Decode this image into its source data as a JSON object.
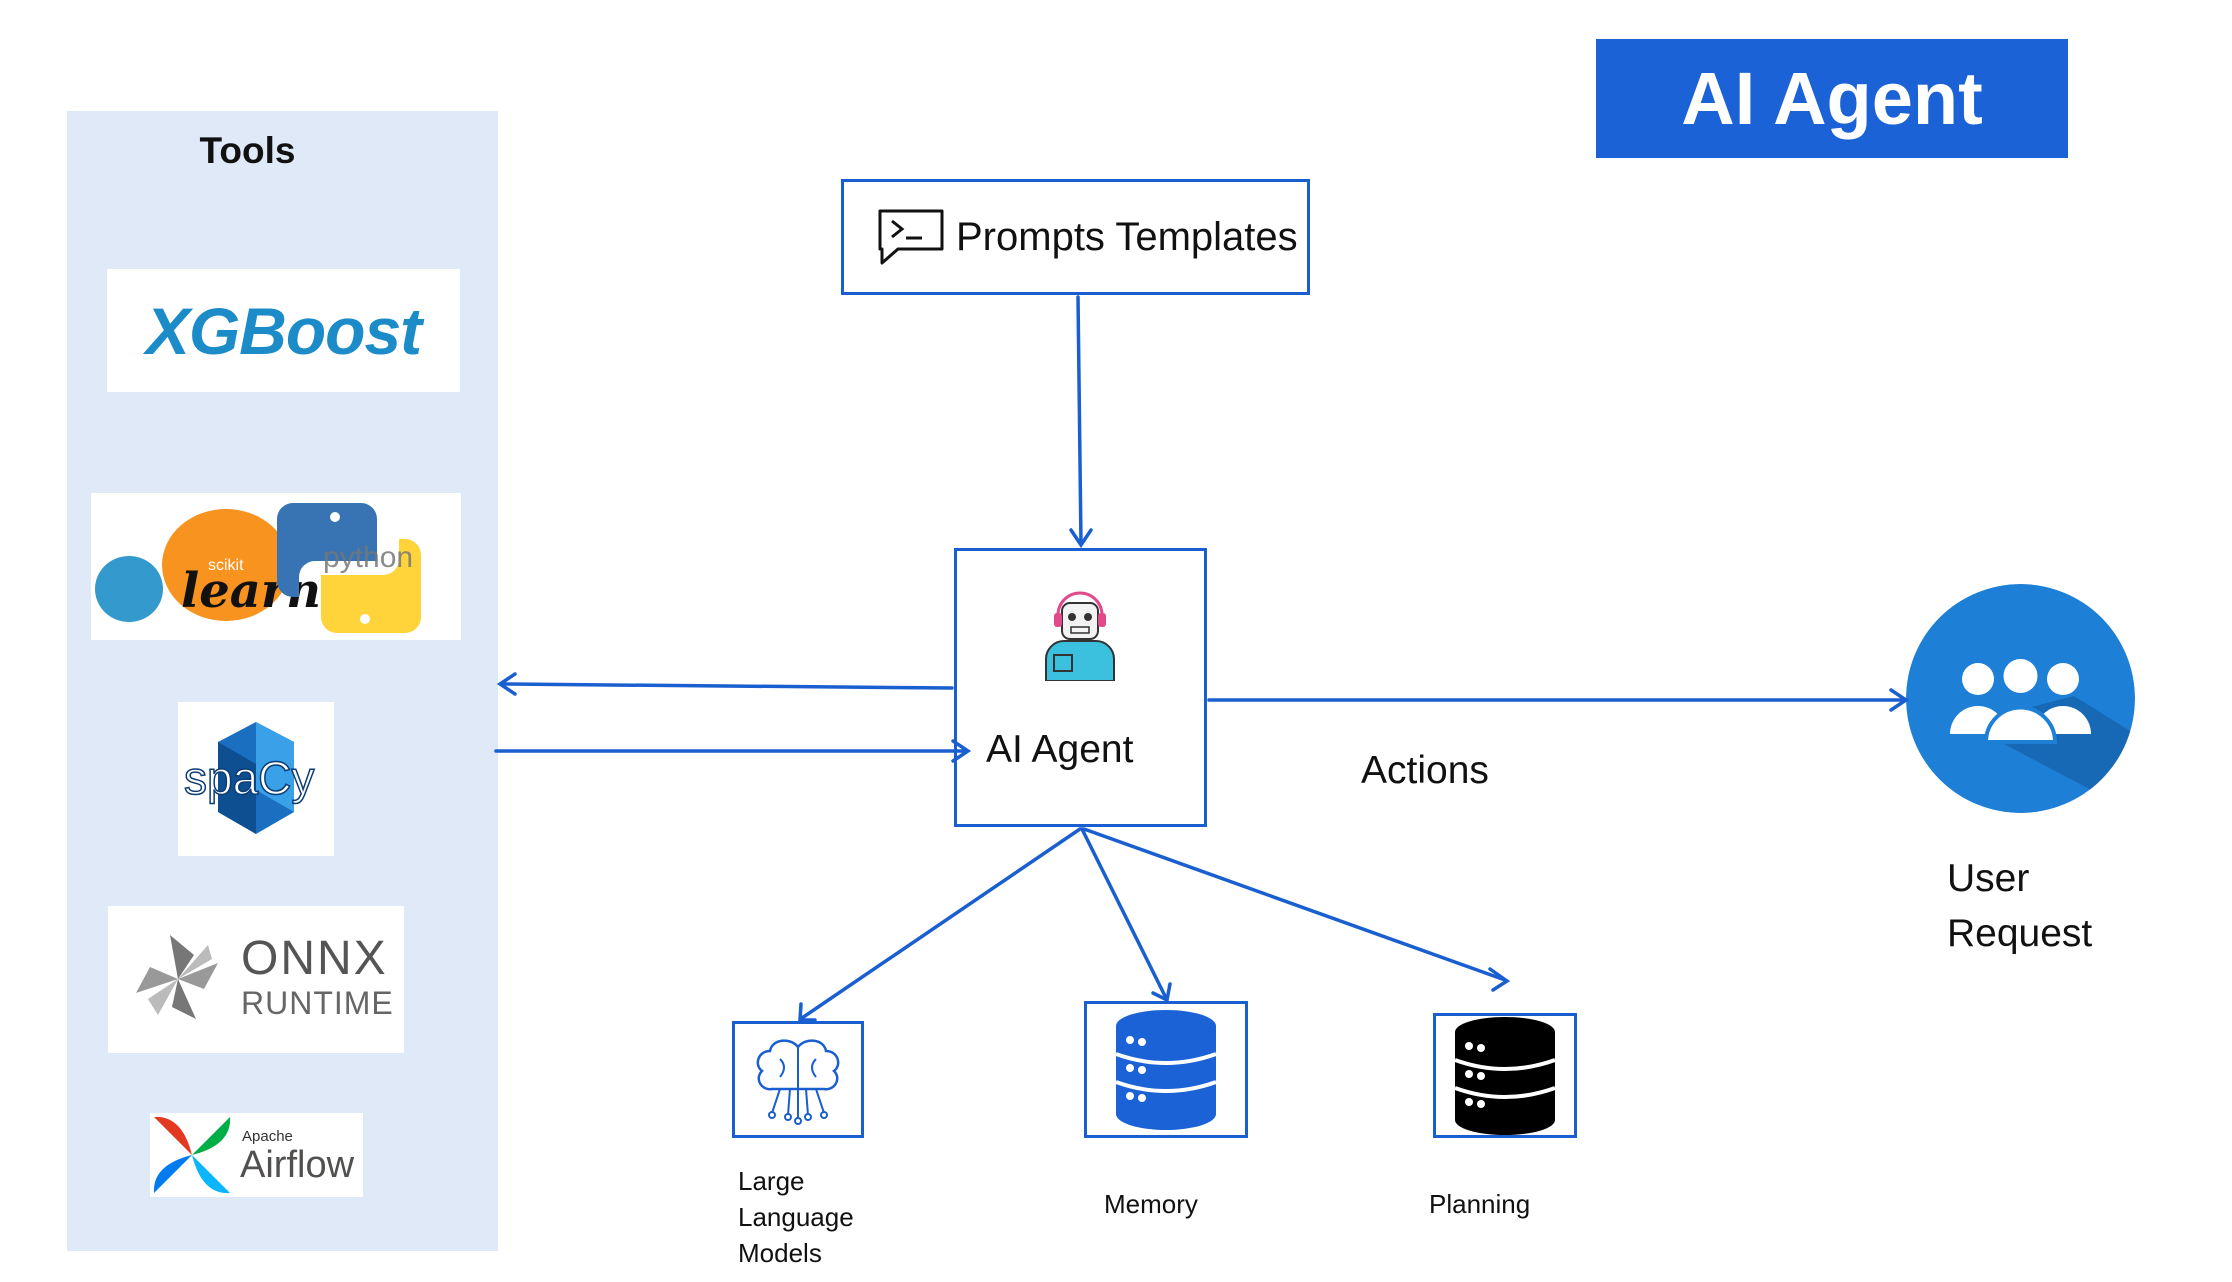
{
  "title": "AI Agent",
  "tools": {
    "heading": "Tools",
    "xgboost": "XGBoost",
    "sklearn_small": "scikit",
    "sklearn_big": "learn",
    "python": "python",
    "spacy": "spaCy",
    "onnx_line1": "ONNX",
    "onnx_line2": "RUNTIME",
    "airflow_small": "Apache",
    "airflow_big": "Airflow"
  },
  "prompts": {
    "label": "Prompts Templates",
    "icon": "chat-terminal-icon"
  },
  "agent": {
    "label": "AI Agent",
    "icon": "robot-operator-icon"
  },
  "actions": {
    "label": "Actions"
  },
  "user": {
    "line1": "User",
    "line2": "Request",
    "icon": "users-group-icon"
  },
  "components": {
    "llm": {
      "lines": [
        "Large",
        "Language",
        "Models"
      ],
      "icon": "brain-circuit-icon"
    },
    "memory": {
      "label": "Memory",
      "icon": "database-blue-icon"
    },
    "planning": {
      "label": "Planning",
      "icon": "database-black-icon"
    }
  },
  "colors": {
    "accent": "#1a62d6",
    "arrow": "#1a5fd0",
    "tools_panel": "#dfe9f7",
    "user_circle": "#1e7fd6"
  }
}
